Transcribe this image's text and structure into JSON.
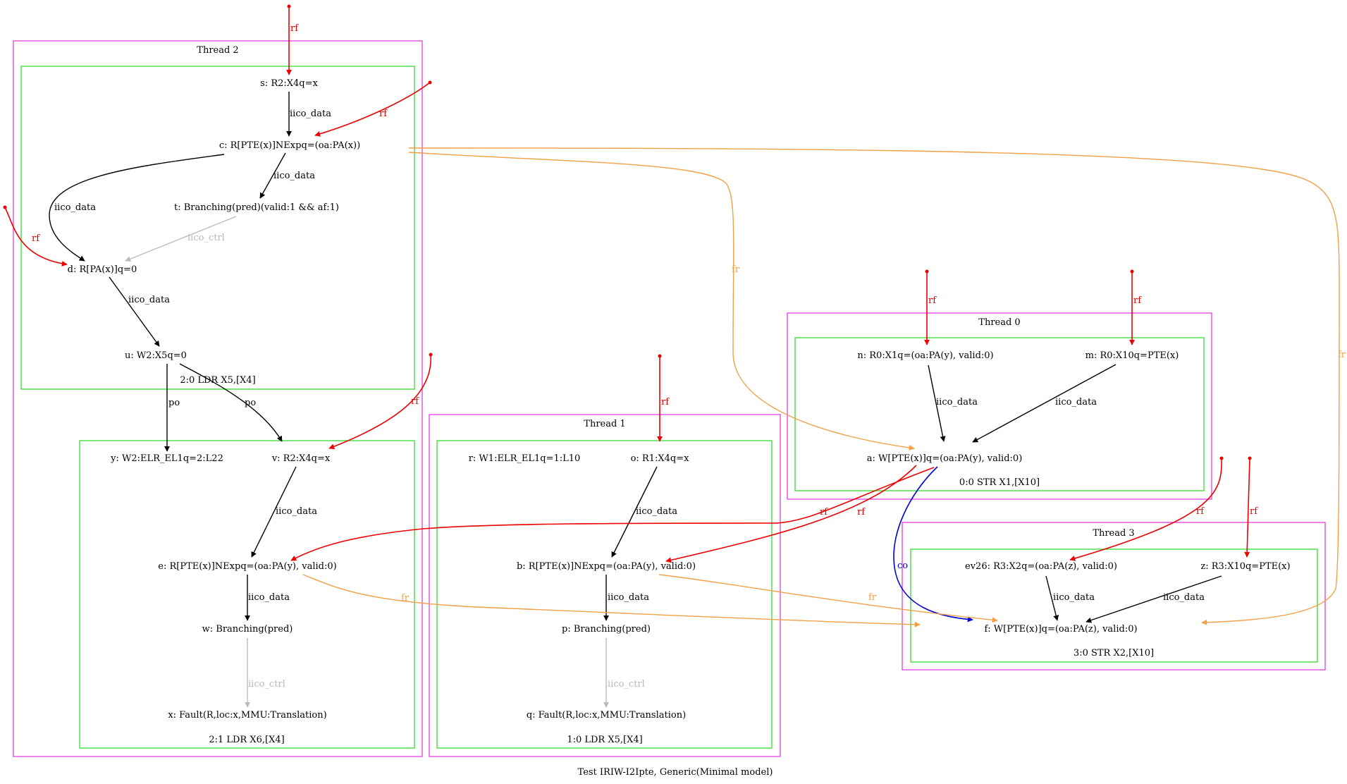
{
  "caption": "Test IRIW-I2Ipte, Generic(Minimal model)",
  "colors": {
    "thread_border": "#e040e0",
    "instr_border": "#33dd33",
    "rf": "#ee0000",
    "fr": "#f2a045",
    "co": "#0000dd",
    "iico_ctrl": "#bbbbbb",
    "default": "#000000"
  },
  "threads": [
    {
      "id": "t0",
      "label": "Thread 0"
    },
    {
      "id": "t1",
      "label": "Thread 1"
    },
    {
      "id": "t2",
      "label": "Thread 2"
    },
    {
      "id": "t3",
      "label": "Thread 3"
    }
  ],
  "instructions": [
    {
      "id": "i20",
      "label": "2:0 LDR X5,[X4]"
    },
    {
      "id": "i21",
      "label": "2:1 LDR X6,[X4]"
    },
    {
      "id": "i10",
      "label": "1:0 LDR X5,[X4]"
    },
    {
      "id": "i00",
      "label": "0:0 STR X1,[X10]"
    },
    {
      "id": "i30",
      "label": "3:0 STR X2,[X10]"
    }
  ],
  "nodes": [
    {
      "id": "s",
      "label": "s: R2:X4q=x"
    },
    {
      "id": "c",
      "label": "c: R[PTE(x)]NExpq=(oa:PA(x))"
    },
    {
      "id": "t",
      "label": "t: Branching(pred)(valid:1 && af:1)"
    },
    {
      "id": "d",
      "label": "d: R[PA(x)]q=0"
    },
    {
      "id": "u",
      "label": "u: W2:X5q=0"
    },
    {
      "id": "y",
      "label": "y: W2:ELR_EL1q=2:L22"
    },
    {
      "id": "v",
      "label": "v: R2:X4q=x"
    },
    {
      "id": "e",
      "label": "e: R[PTE(x)]NExpq=(oa:PA(y), valid:0)"
    },
    {
      "id": "w",
      "label": "w: Branching(pred)"
    },
    {
      "id": "x",
      "label": "x: Fault(R,loc:x,MMU:Translation)"
    },
    {
      "id": "r",
      "label": "r: W1:ELR_EL1q=1:L10"
    },
    {
      "id": "o",
      "label": "o: R1:X4q=x"
    },
    {
      "id": "b",
      "label": "b: R[PTE(x)]NExpq=(oa:PA(y), valid:0)"
    },
    {
      "id": "p",
      "label": "p: Branching(pred)"
    },
    {
      "id": "q",
      "label": "q: Fault(R,loc:x,MMU:Translation)"
    },
    {
      "id": "n",
      "label": "n: R0:X1q=(oa:PA(y), valid:0)"
    },
    {
      "id": "m",
      "label": "m: R0:X10q=PTE(x)"
    },
    {
      "id": "a",
      "label": "a: W[PTE(x)]q=(oa:PA(y), valid:0)"
    },
    {
      "id": "ev26",
      "label": "ev26: R3:X2q=(oa:PA(z), valid:0)"
    },
    {
      "id": "z",
      "label": "z: R3:X10q=PTE(x)"
    },
    {
      "id": "f",
      "label": "f: W[PTE(x)]q=(oa:PA(z), valid:0)"
    }
  ],
  "edges": [
    {
      "id": "e1",
      "label": "rf",
      "kind": "rf"
    },
    {
      "id": "e2",
      "label": "iico_data",
      "kind": "data"
    },
    {
      "id": "e3",
      "label": "rf",
      "kind": "rf"
    },
    {
      "id": "e4",
      "label": "iico_data",
      "kind": "data"
    },
    {
      "id": "e5",
      "label": "iico_data",
      "kind": "data"
    },
    {
      "id": "e6",
      "label": "iico_ctrl",
      "kind": "ctrl"
    },
    {
      "id": "e7",
      "label": "rf",
      "kind": "rf"
    },
    {
      "id": "e8",
      "label": "iico_data",
      "kind": "data"
    },
    {
      "id": "e9",
      "label": "po",
      "kind": "po"
    },
    {
      "id": "e10",
      "label": "po",
      "kind": "po"
    },
    {
      "id": "e11",
      "label": "rf",
      "kind": "rf"
    },
    {
      "id": "e12",
      "label": "iico_data",
      "kind": "data"
    },
    {
      "id": "e13",
      "label": "iico_data",
      "kind": "data"
    },
    {
      "id": "e14",
      "label": "iico_ctrl",
      "kind": "ctrl"
    },
    {
      "id": "e15",
      "label": "rf",
      "kind": "rf"
    },
    {
      "id": "e16",
      "label": "iico_data",
      "kind": "data"
    },
    {
      "id": "e17",
      "label": "iico_data",
      "kind": "data"
    },
    {
      "id": "e18",
      "label": "iico_ctrl",
      "kind": "ctrl"
    },
    {
      "id": "e19",
      "label": "rf",
      "kind": "rf"
    },
    {
      "id": "e20",
      "label": "rf",
      "kind": "rf"
    },
    {
      "id": "e21",
      "label": "iico_data",
      "kind": "data"
    },
    {
      "id": "e22",
      "label": "iico_data",
      "kind": "data"
    },
    {
      "id": "e23",
      "label": "rf",
      "kind": "rf"
    },
    {
      "id": "e24",
      "label": "rf",
      "kind": "rf"
    },
    {
      "id": "e25",
      "label": "co",
      "kind": "co"
    },
    {
      "id": "e26",
      "label": "rf",
      "kind": "rf"
    },
    {
      "id": "e27",
      "label": "rf",
      "kind": "rf"
    },
    {
      "id": "e28",
      "label": "iico_data",
      "kind": "data"
    },
    {
      "id": "e29",
      "label": "iico_data",
      "kind": "data"
    },
    {
      "id": "e30",
      "label": "fr",
      "kind": "fr"
    },
    {
      "id": "e31",
      "label": "fr",
      "kind": "fr"
    },
    {
      "id": "e32",
      "label": "fr",
      "kind": "fr"
    },
    {
      "id": "e33",
      "label": "fr",
      "kind": "fr"
    }
  ]
}
